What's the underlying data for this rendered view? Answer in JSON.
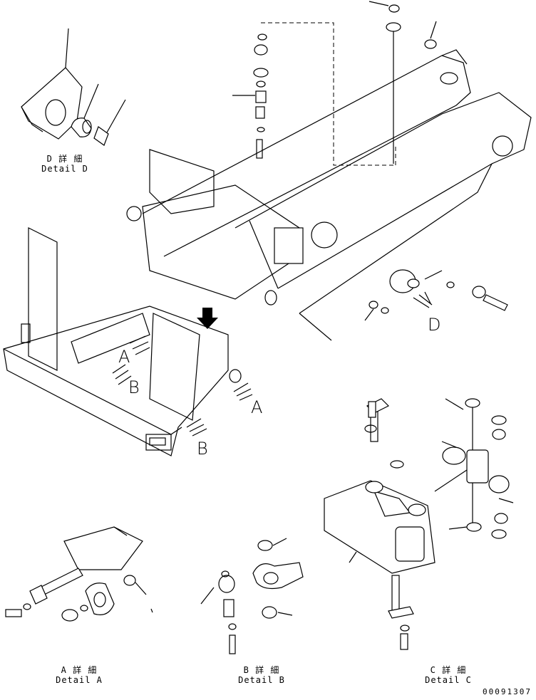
{
  "details": {
    "d": {
      "jp": "D 詳 細",
      "en": "Detail D"
    },
    "a": {
      "jp": "A 詳 細",
      "en": "Detail A"
    },
    "b": {
      "jp": "B 詳 細",
      "en": "Detail B"
    },
    "c": {
      "jp": "C 詳 細",
      "en": "Detail C"
    }
  },
  "view_markers": {
    "a_upper": "A",
    "b_upper": "B",
    "a_lower": "A",
    "b_lower": "B",
    "d_marker": "D"
  },
  "document_number": "00091307"
}
